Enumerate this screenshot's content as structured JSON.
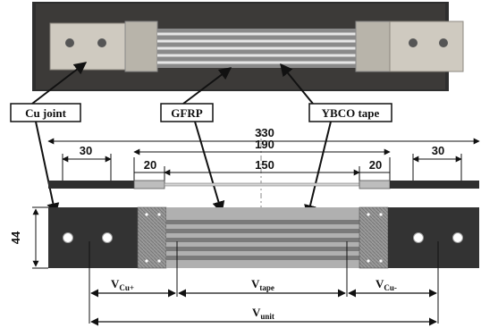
{
  "callouts": {
    "cu_joint": "Cu joint",
    "gfrp": "GFRP",
    "ybco_tape": "YBCO tape"
  },
  "dimensions": {
    "total_length": "330",
    "inner_length": "190",
    "tape_length": "150",
    "cu_pad_left": "30",
    "cu_pad_right": "30",
    "step_left": "20",
    "step_right": "20",
    "width": "44"
  },
  "voltage_taps": {
    "v_cu_plus": {
      "main": "V",
      "sub": "Cu+"
    },
    "v_tape": {
      "main": "V",
      "sub": "tape"
    },
    "v_cu_minus": {
      "main": "V",
      "sub": "Cu-"
    },
    "v_unit": {
      "main": "V",
      "sub": "unit"
    }
  },
  "colors": {
    "photo_bg": "#3a3a3a",
    "copper": "#c8c4bc",
    "joint_dark": "#3c3c3c",
    "gfrp_gray": "#a8a8a8",
    "tape_dark": "#6a6a6a"
  }
}
